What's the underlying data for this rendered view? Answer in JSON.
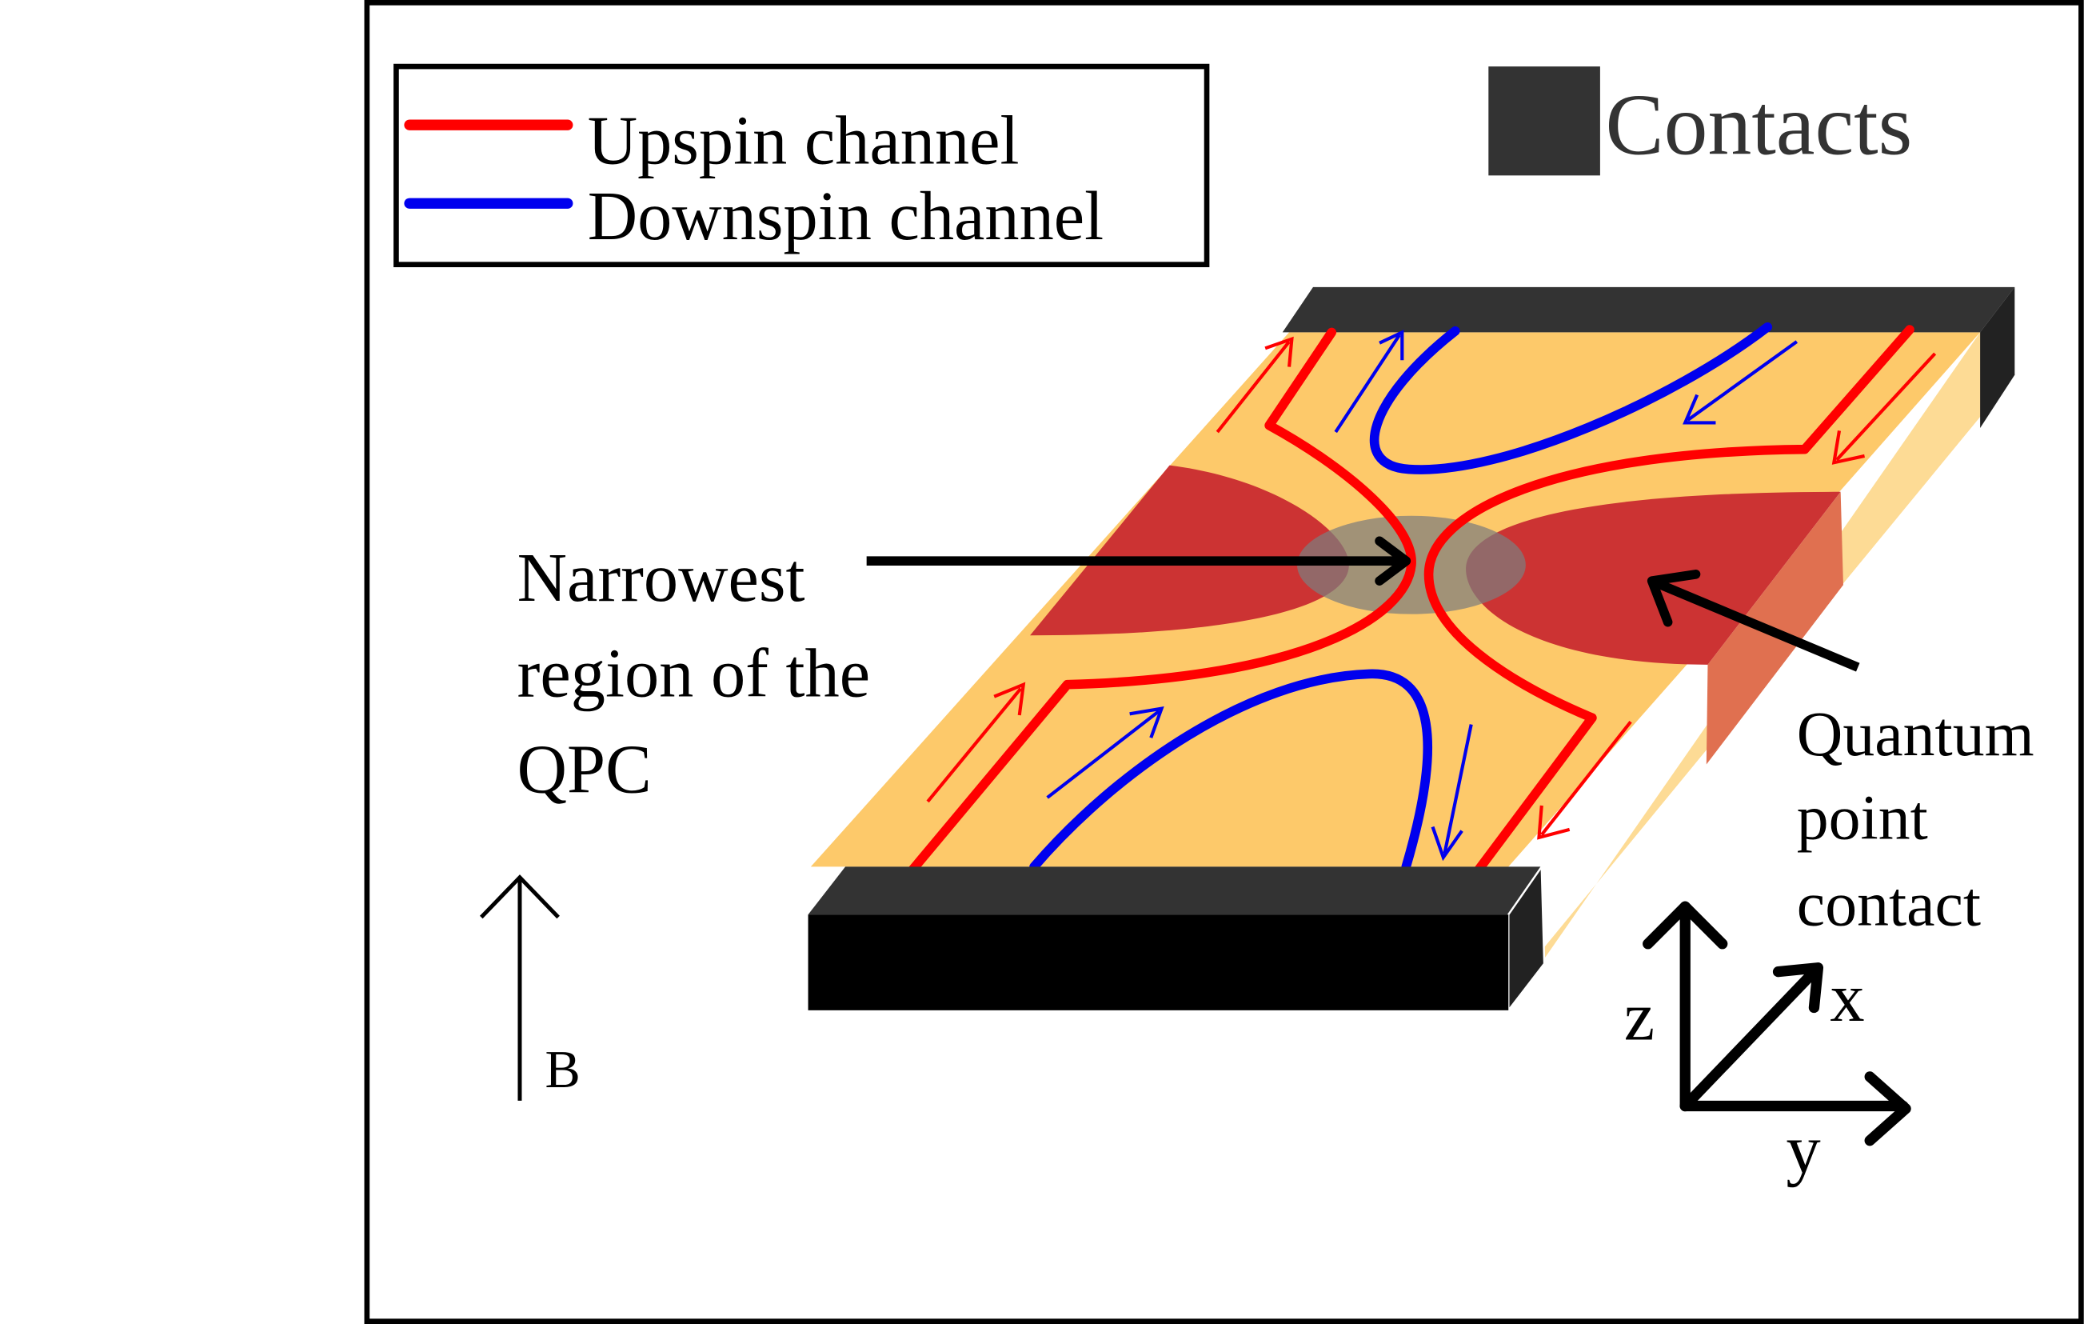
{
  "legend": {
    "upspin_label": "Upspin channel",
    "downspin_label": "Downspin channel",
    "upspin_color": "#ff0000",
    "downspin_color": "#0000ee"
  },
  "contacts_legend": {
    "label": "Contacts",
    "color": "#333333"
  },
  "annotations": {
    "narrowest_line1": "Narrowest",
    "narrowest_line2": "region of the",
    "narrowest_line3": "QPC",
    "qpc_line1": "Quantum",
    "qpc_line2": "point",
    "qpc_line3": "contact"
  },
  "field": {
    "label": "B"
  },
  "axes": {
    "z_label": "z",
    "x_label": "x",
    "y_label": "y"
  },
  "colors": {
    "substrate": "#fdc96a",
    "substrate_side": "#fddb95",
    "gate": "#cc3333",
    "gate_side": "#e07050",
    "constriction": "#8a8a7a",
    "contact_top": "#333333",
    "contact_front": "#000000"
  }
}
